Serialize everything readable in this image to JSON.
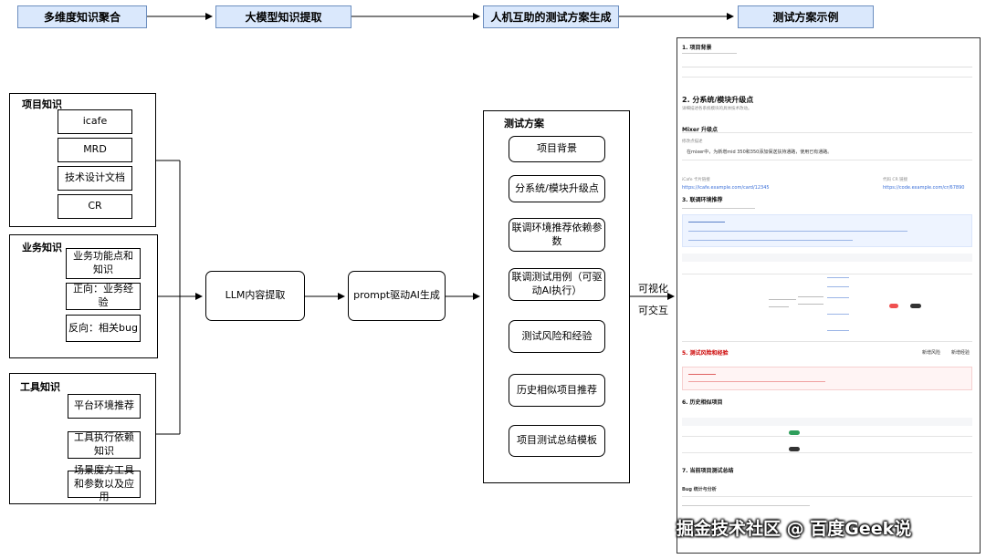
{
  "stages": {
    "stage1": "多维度知识聚合",
    "stage2": "大模型知识提取",
    "stage3": "人机互助的测试方案生成",
    "stage4": "测试方案示例"
  },
  "project_knowledge": {
    "title": "项目知识",
    "items": [
      "icafe",
      "MRD",
      "技术设计文档",
      "CR"
    ]
  },
  "business_knowledge": {
    "title": "业务知识",
    "items": [
      "业务功能点和知识",
      "正向：业务经验",
      "反向：相关bug"
    ]
  },
  "tool_knowledge": {
    "title": "工具知识",
    "items": [
      "平台环境推荐",
      "工具执行依赖知识",
      "场景魔方工具和参数以及应用"
    ]
  },
  "llm_box": "LLM内容提取",
  "prompt_box": "prompt驱动AI生成",
  "test_plan": {
    "title": "测试方案",
    "items": [
      "项目背景",
      "分系统/模块升级点",
      "联调环境推荐依赖参数",
      "联调测试用例（可驱动AI执行）",
      "测试风险和经验",
      "历史相似项目推荐",
      "项目测试总结模板"
    ]
  },
  "edge_labels": {
    "visualize": "可视化",
    "interactive": "可交互"
  },
  "example_doc": {
    "s1_title": "1. 项目背景",
    "s2_title": "2. 分系统/模块升级点",
    "s2_sub": "详细描述各系统模块的具体技术改动。",
    "mixer_title": "Mixer 升级点",
    "mixer_label": "修改点描述",
    "mixer_text": "在mixer中，为新增mid 350和350添加保送扶持通路，使用已有通路。",
    "icafe_label": "iCafe 卡片链接",
    "icafe_link": "https://icafe.example.com/card/12345",
    "cr_label": "代码 CR 链接",
    "cr_link": "https://code.example.com/cr/67890",
    "s3_title": "3. 联调环境推荐",
    "s5_title": "5. 测试风险和经验",
    "btn_new_risk": "新增风险",
    "btn_new_exp": "新增经验",
    "s6_title": "6. 历史相似项目",
    "s7_title": "7. 当前项目测试总结",
    "bug_stats": "Bug 统计与分析"
  },
  "watermark": "掘金技术社区 @ 百度Geek说",
  "colors": {
    "stage_fill": "#dae8fc",
    "stage_border": "#6c8ebf",
    "link": "#3a6fd8"
  }
}
